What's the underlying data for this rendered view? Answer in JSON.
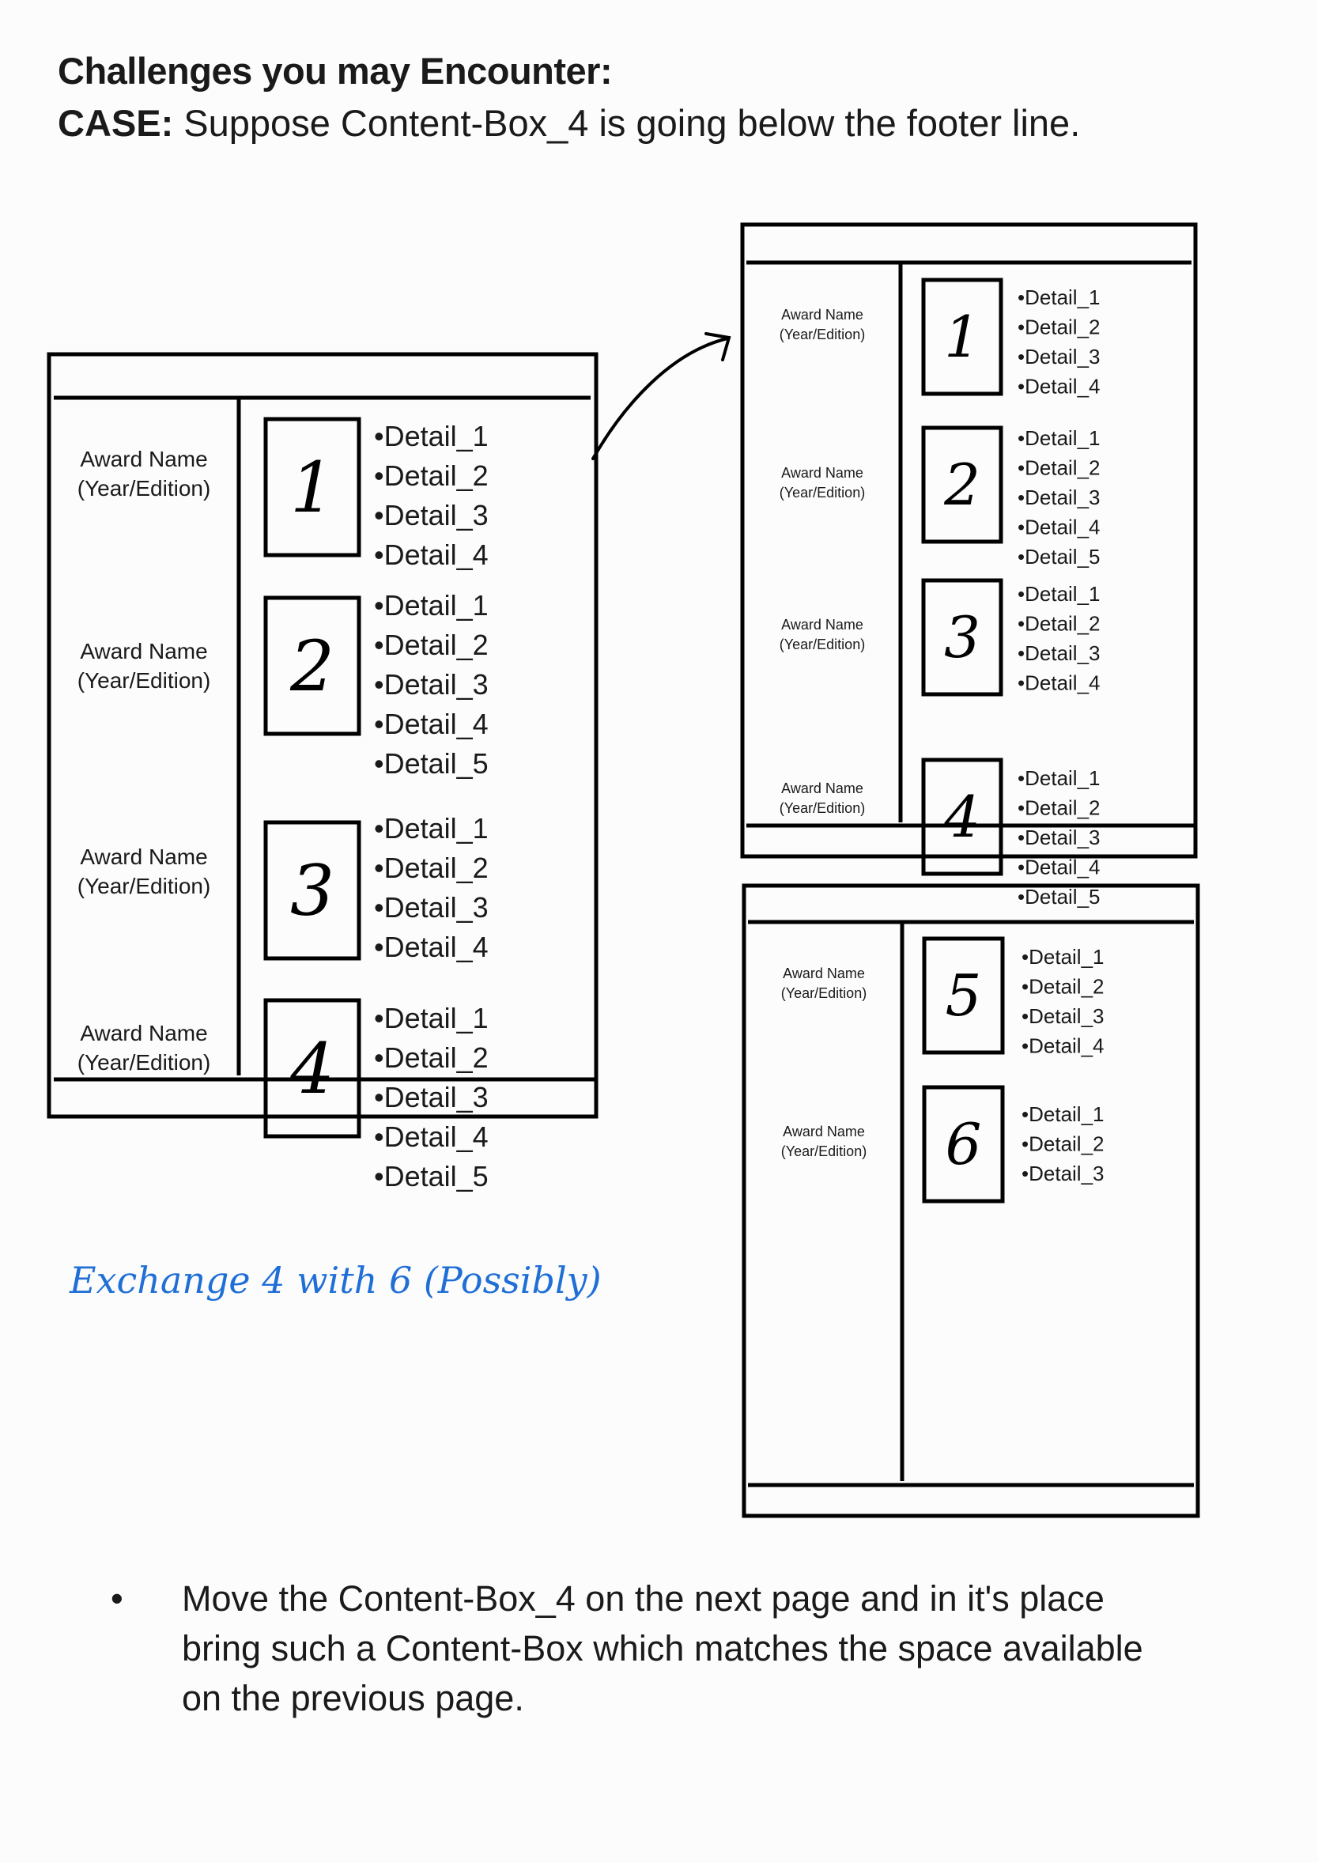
{
  "heading": "Challenges you may Encounter:",
  "case": {
    "label": "CASE:",
    "text": " Suppose Content-Box_4 is going below the footer line."
  },
  "award_label": {
    "name": "Award Name",
    "edition": "(Year/Edition)"
  },
  "left_page": {
    "entries": [
      {
        "box": "1",
        "details": [
          "•Detail_1",
          "•Detail_2",
          "•Detail_3",
          "•Detail_4"
        ]
      },
      {
        "box": "2",
        "details": [
          "•Detail_1",
          "•Detail_2",
          "•Detail_3",
          "•Detail_4",
          "•Detail_5"
        ]
      },
      {
        "box": "3",
        "details": [
          "•Detail_1",
          "•Detail_2",
          "•Detail_3",
          "•Detail_4"
        ]
      },
      {
        "box": "4",
        "details": [
          "•Detail_1",
          "•Detail_2",
          "•Detail_3",
          "•Detail_4",
          "•Detail_5"
        ]
      }
    ]
  },
  "right_page_1": {
    "entries": [
      {
        "box": "1",
        "details": [
          "•Detail_1",
          "•Detail_2",
          "•Detail_3",
          "•Detail_4"
        ]
      },
      {
        "box": "2",
        "details": [
          "•Detail_1",
          "•Detail_2",
          "•Detail_3",
          "•Detail_4",
          "•Detail_5"
        ]
      },
      {
        "box": "3",
        "details": [
          "•Detail_1",
          "•Detail_2",
          "•Detail_3",
          "•Detail_4"
        ]
      },
      {
        "box": "4",
        "details": [
          "•Detail_1",
          "•Detail_2",
          "•Detail_3",
          "•Detail_4",
          "•Detail_5"
        ]
      }
    ]
  },
  "right_page_2": {
    "entries": [
      {
        "box": "5",
        "details": [
          "•Detail_1",
          "•Detail_2",
          "•Detail_3",
          "•Detail_4"
        ]
      },
      {
        "box": "6",
        "details": [
          "•Detail_1",
          "•Detail_2",
          "•Detail_3"
        ]
      }
    ]
  },
  "handwritten_note": "Exchange 4 with 6 (Possibly)",
  "colors": {
    "ink": "#000000",
    "text": "#1a1a1a",
    "note": "#1f6fd6",
    "background": "#fcfcfc"
  },
  "bullets": [
    "Move the Content-Box_4 on the next page and in it's place bring such a Content-Box which matches the space available on the previous page."
  ]
}
